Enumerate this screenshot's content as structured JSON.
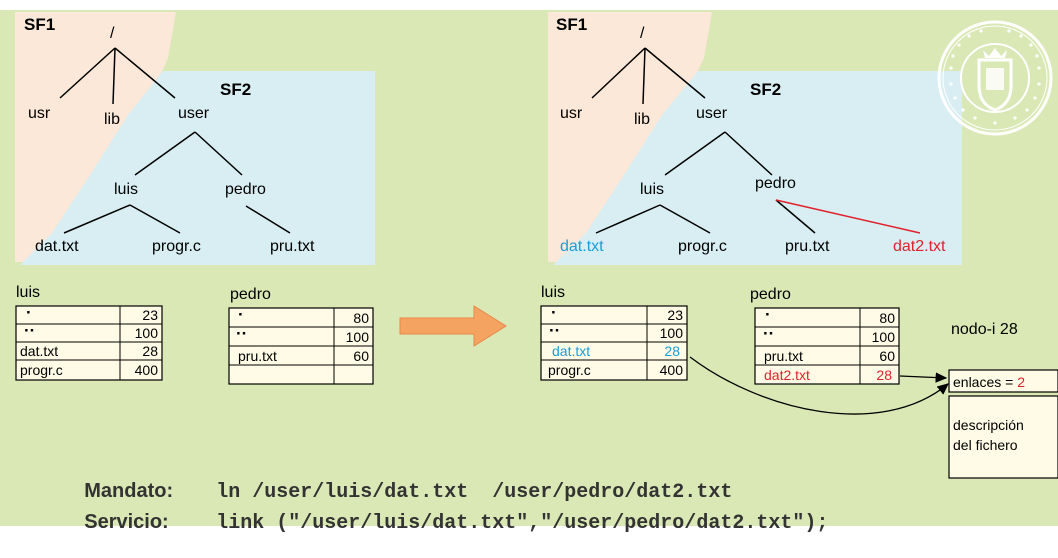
{
  "left_tree": {
    "sf1_label": "SF1",
    "sf2_label": "SF2",
    "nodes": {
      "root": "/",
      "usr": "usr",
      "lib": "lib",
      "user": "user",
      "luis": "luis",
      "pedro": "pedro",
      "dat": "dat.txt",
      "progr": "progr.c",
      "pru": "pru.txt"
    }
  },
  "right_tree": {
    "sf1_label": "SF1",
    "sf2_label": "SF2",
    "nodes": {
      "root": "/",
      "usr": "usr",
      "lib": "lib",
      "user": "user",
      "luis": "luis",
      "pedro": "pedro",
      "dat": "dat.txt",
      "progr": "progr.c",
      "pru": "pru.txt",
      "dat2": "dat2.txt"
    }
  },
  "tables_before": {
    "luis": {
      "title": "luis",
      "rows": [
        {
          "name": "·",
          "inode": "23"
        },
        {
          "name": "··",
          "inode": "100"
        },
        {
          "name": "dat.txt",
          "inode": "28"
        },
        {
          "name": "progr.c",
          "inode": "400"
        }
      ]
    },
    "pedro": {
      "title": "pedro",
      "rows": [
        {
          "name": "·",
          "inode": "80"
        },
        {
          "name": "··",
          "inode": "100"
        },
        {
          "name": "pru.txt",
          "inode": "60"
        },
        {
          "name": "",
          "inode": ""
        }
      ]
    }
  },
  "tables_after": {
    "luis": {
      "title": "luis",
      "rows": [
        {
          "name": "·",
          "inode": "23"
        },
        {
          "name": "··",
          "inode": "100"
        },
        {
          "name": "dat.txt",
          "inode": "28"
        },
        {
          "name": "progr.c",
          "inode": "400"
        }
      ]
    },
    "pedro": {
      "title": "pedro",
      "rows": [
        {
          "name": "·",
          "inode": "80"
        },
        {
          "name": "··",
          "inode": "100"
        },
        {
          "name": "pru.txt",
          "inode": "60"
        },
        {
          "name": "dat2.txt",
          "inode": "28"
        }
      ]
    }
  },
  "inode": {
    "title": "nodo-i 28",
    "links_label": "enlaces = 2",
    "desc_line1": "descripción",
    "desc_line2": "del fichero"
  },
  "commands": {
    "mandato_label": "Mandato:",
    "mandato": "ln /user/luis/dat.txt  /user/pedro/dat2.txt",
    "servicio_label": "Servicio:",
    "servicio": "link (\"/user/luis/dat.txt\",\"/user/pedro/dat2.txt\");"
  },
  "colors": {
    "background": "#d9e8b4",
    "sf1_region": "#fbe8d8",
    "sf2_region": "#d8eef2",
    "table_fill": "#fffbe6",
    "highlight_blue": "#1a9ed8",
    "highlight_red": "#e0202a",
    "arrow_fill": "#f4a460"
  },
  "logo_icon": "university-seal-icon"
}
